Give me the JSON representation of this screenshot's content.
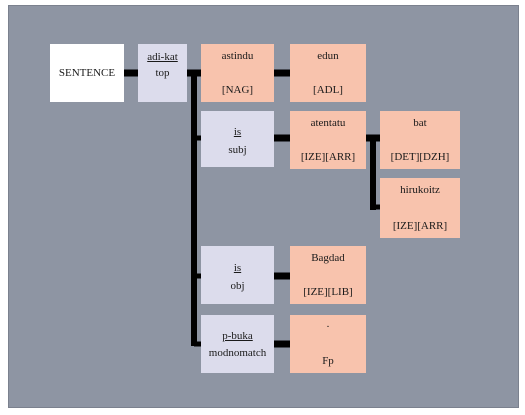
{
  "colors": {
    "background": "#8e95a3",
    "frame": "#7b818e",
    "root_box": "#ffffff",
    "relation_box": "#dcdcec",
    "lexeme_box": "#f8c3ad",
    "connector": "#000000"
  },
  "tree": {
    "root": "SENTENCE",
    "top": {
      "word": "adi-kat",
      "role": "top"
    },
    "astindu": {
      "lemma": "astindu",
      "tags": "[NAG]"
    },
    "edun": {
      "lemma": "edun",
      "tags": "[ADL]"
    },
    "subj": {
      "word": "is",
      "role": "subj"
    },
    "atentatu": {
      "lemma": "atentatu",
      "tags": "[IZE][ARR]"
    },
    "bat": {
      "lemma": "bat",
      "tags": "[DET][DZH]"
    },
    "hirukoitz": {
      "lemma": "hirukoitz",
      "tags": "[IZE][ARR]"
    },
    "obj": {
      "word": "is",
      "role": "obj"
    },
    "bagdad": {
      "lemma": "Bagdad",
      "tags": "[IZE][LIB]"
    },
    "punct": {
      "word": "p-buka",
      "role": "modnomatch"
    },
    "period": {
      "lemma": ".",
      "tags": "Fp"
    }
  }
}
